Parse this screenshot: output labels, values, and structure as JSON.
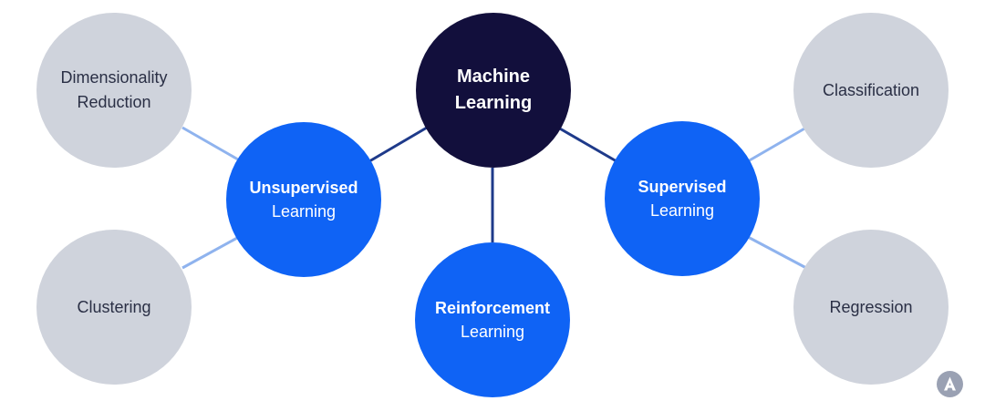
{
  "root": {
    "line1": "Machine",
    "line2": "Learning"
  },
  "categories": {
    "unsupervised": {
      "line1": "Unsupervised",
      "line2": "Learning"
    },
    "reinforcement": {
      "line1": "Reinforcement",
      "line2": "Learning"
    },
    "supervised": {
      "line1": "Supervised",
      "line2": "Learning"
    }
  },
  "leaves": {
    "dimensionality_reduction": {
      "line1": "Dimensionality",
      "line2": "Reduction"
    },
    "clustering": "Clustering",
    "classification": "Classification",
    "regression": "Regression"
  },
  "colors": {
    "root": "#120f3c",
    "category": "#0f63f5",
    "leaf": "#cfd3dc",
    "connector_dark": "#1e3a8a",
    "connector_light": "#8fb3ee",
    "logo": "#9aa1b3"
  },
  "logo": {
    "icon": "a-logo-icon"
  }
}
